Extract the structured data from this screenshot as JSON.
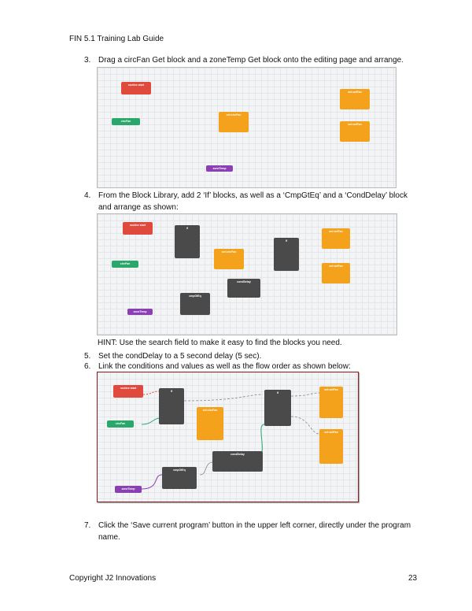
{
  "header": "FIN 5.1 Training Lab Guide",
  "steps": [
    {
      "num": "3.",
      "text": "Drag a circFan Get block and a zoneTemp Get block onto the editing page and arrange."
    },
    {
      "num": "4.",
      "text": "From the Block Library, add 2 ‘If’ blocks, as well as a ‘CmpGtEq’ and a ‘CondDelay’ block and arrange as shown:"
    },
    {
      "num": "5.",
      "text": "Set the condDelay to a 5 second delay (5 sec)."
    },
    {
      "num": "6.",
      "text": "Link the conditions and values as well as the flow order as shown below:"
    },
    {
      "num": "7.",
      "text": "Click the ‘Save current program’ button in the upper left corner, directly under the program name."
    }
  ],
  "hint": "HINT: Use the search field to make it easy to find the blocks you need.",
  "blocks": {
    "routine_start": "routine start",
    "set_fan": "set:setFan",
    "set_circ": "set:circFan",
    "if": "if",
    "cmp": "cmpGtEq",
    "cond_delay": "condDelay",
    "circfan": "circFan",
    "zonetemp": "zoneTemp"
  },
  "footer_left": "Copyright J2 Innovations",
  "footer_right": "23"
}
